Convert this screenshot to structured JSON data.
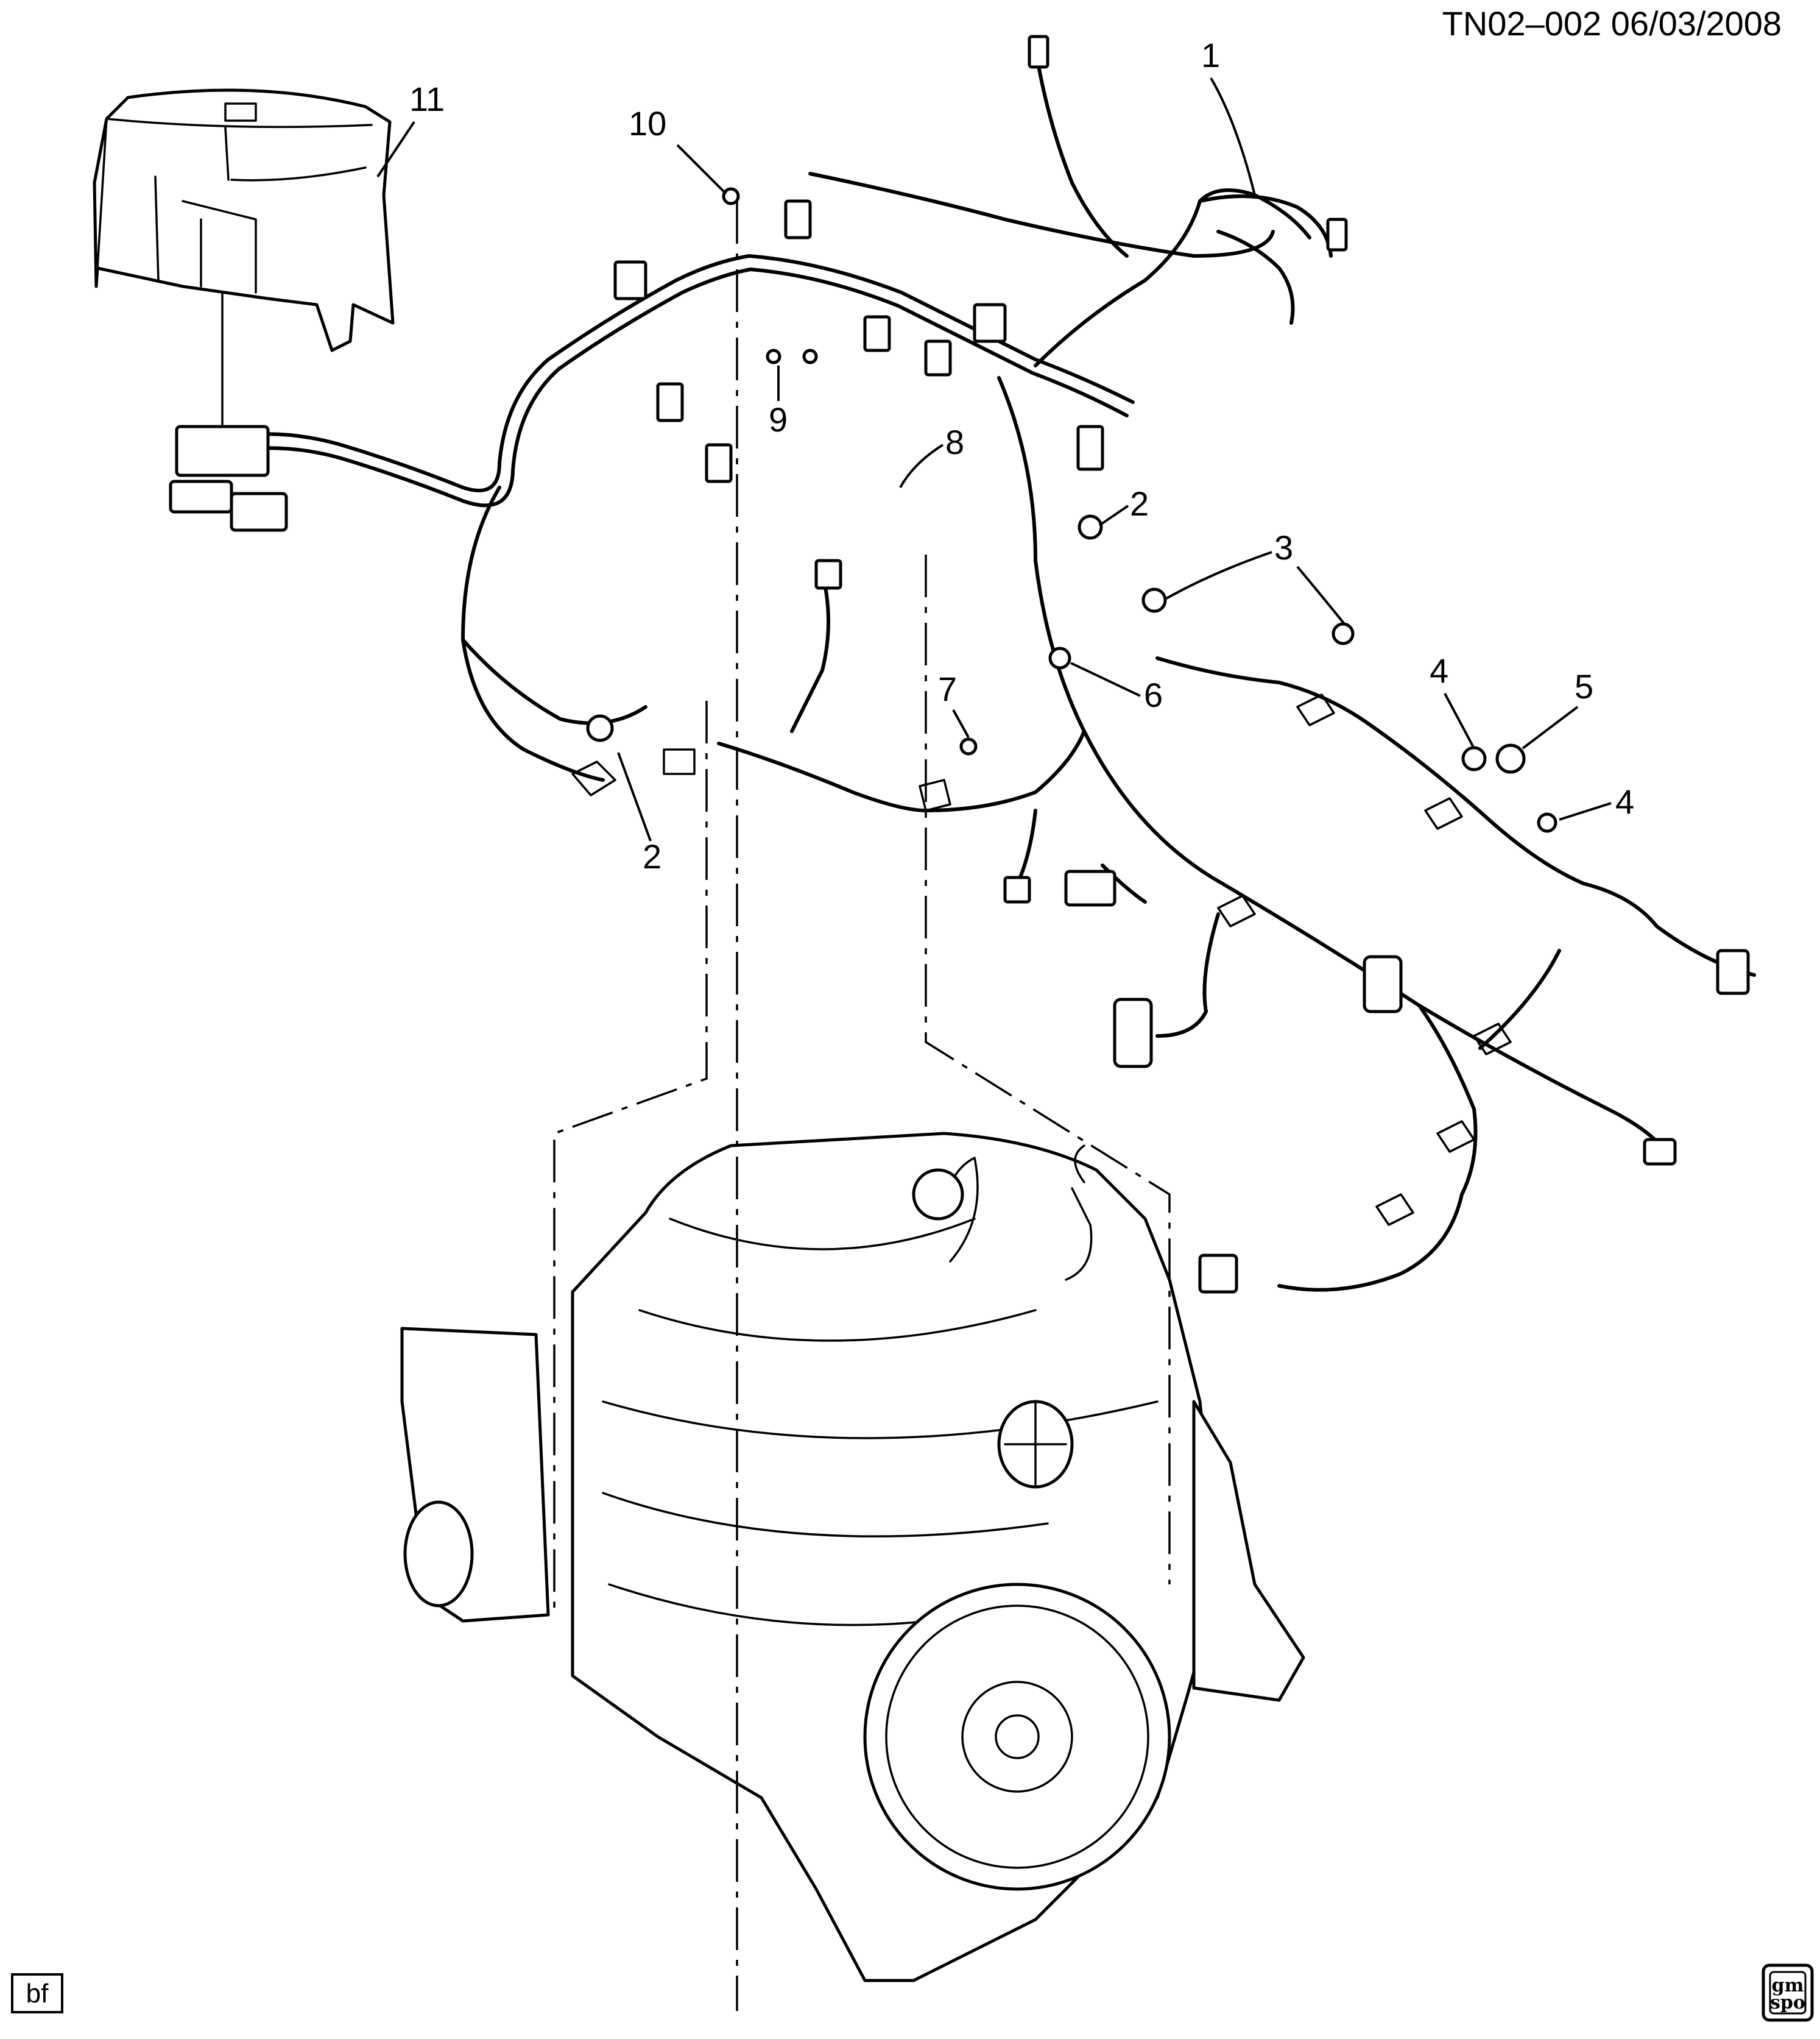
{
  "header": {
    "drawing_id": "TN02–002",
    "date": "06/03/2008"
  },
  "callouts": [
    {
      "id": "callout-1",
      "text": "1"
    },
    {
      "id": "callout-2a",
      "text": "2"
    },
    {
      "id": "callout-2b",
      "text": "2"
    },
    {
      "id": "callout-3",
      "text": "3"
    },
    {
      "id": "callout-4a",
      "text": "4"
    },
    {
      "id": "callout-4b",
      "text": "4"
    },
    {
      "id": "callout-5",
      "text": "5"
    },
    {
      "id": "callout-6",
      "text": "6"
    },
    {
      "id": "callout-7",
      "text": "7"
    },
    {
      "id": "callout-8",
      "text": "8"
    },
    {
      "id": "callout-9",
      "text": "9"
    },
    {
      "id": "callout-10",
      "text": "10"
    },
    {
      "id": "callout-11",
      "text": "11"
    }
  ],
  "footer": {
    "left_tag": "bf",
    "logo_line1": "gm",
    "logo_line2": "spo"
  }
}
